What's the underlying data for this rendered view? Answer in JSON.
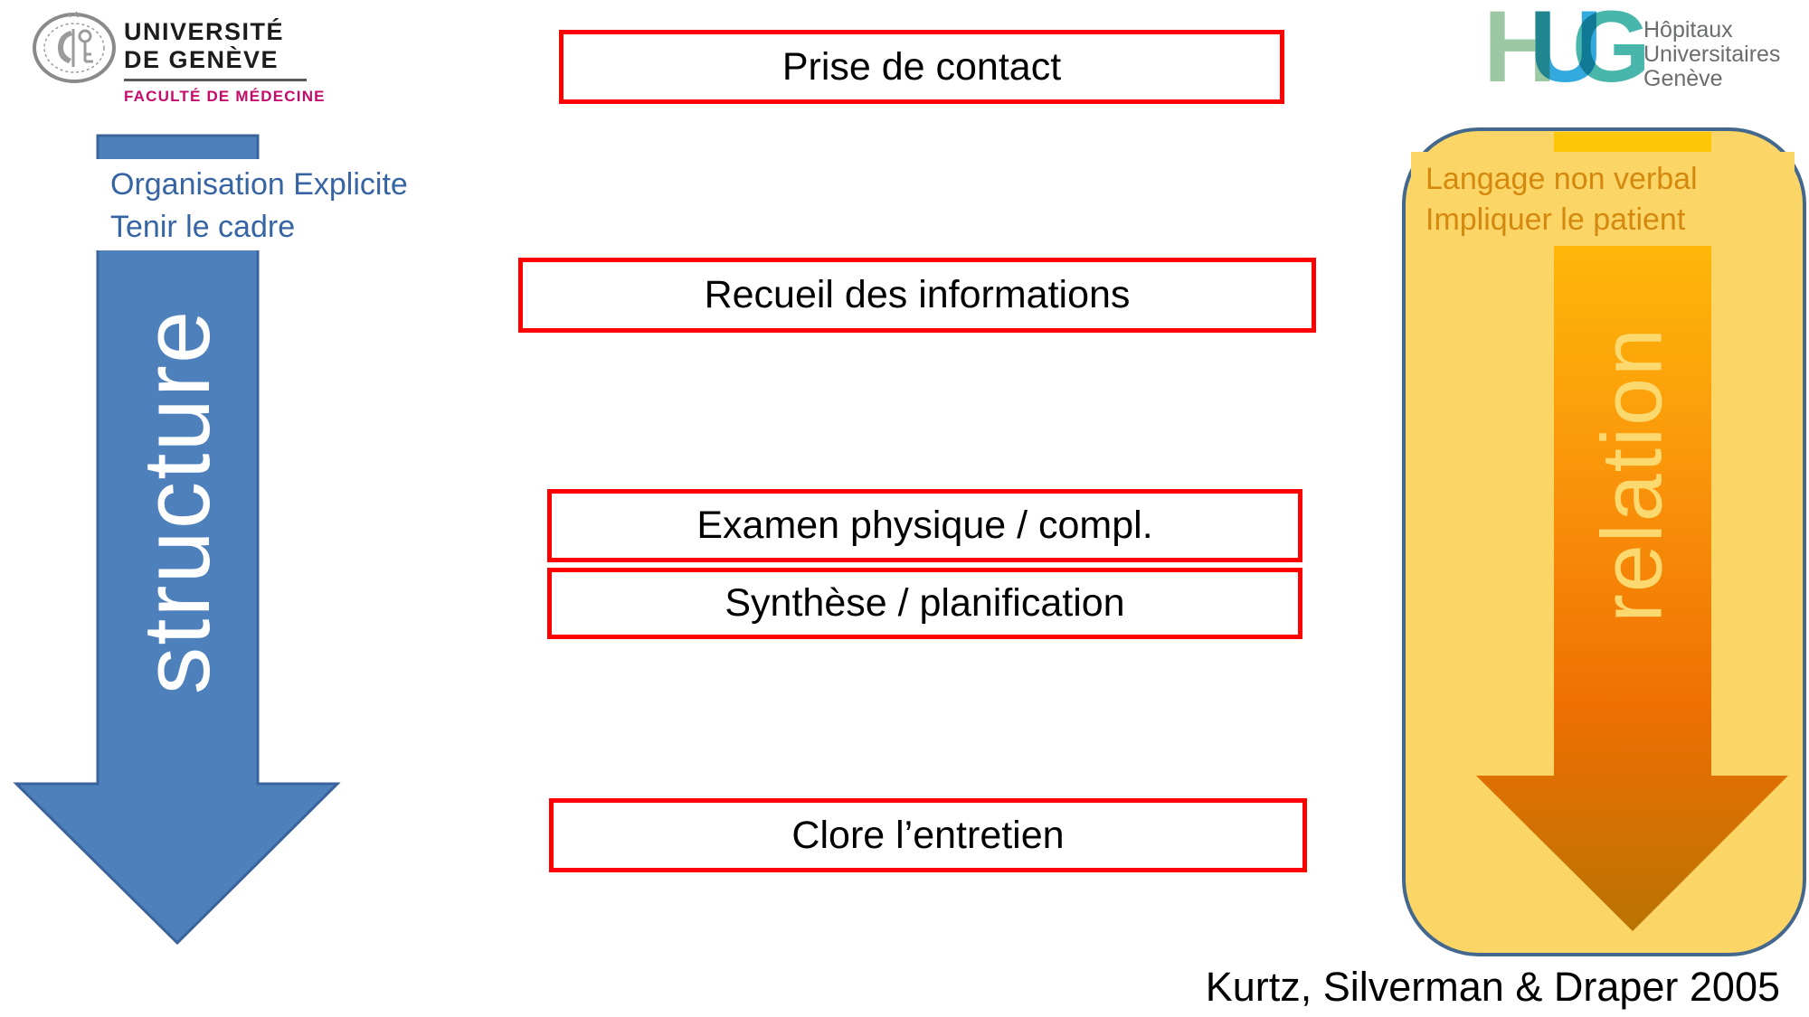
{
  "header": {
    "unige": {
      "name_line1": "UNIVERSITÉ",
      "name_line2": "DE GENÈVE",
      "faculty": "FACULTÉ DE MÉDECINE"
    },
    "hug": {
      "letter_h": "H",
      "letter_u": "U",
      "letter_g": "G",
      "org_line1": "Hôpitaux",
      "org_line2": "Universitaires",
      "org_line3": "Genève"
    }
  },
  "stages": {
    "prise": "Prise de contact",
    "recueil": "Recueil des informations",
    "examen": "Examen physique / compl.",
    "synthese": "Synthèse / planification",
    "clore": "Clore l’entretien"
  },
  "structure": {
    "label": "structure",
    "note1": "Organisation Explicite",
    "note2": "Tenir le cadre"
  },
  "relation": {
    "label": "relation",
    "note1": "Langage non verbal",
    "note2": "Impliquer le patient"
  },
  "citation": "Kurtz, Silverman & Draper 2005",
  "colors": {
    "stage_box_border": "#FF0000",
    "stage_text": "#000000",
    "structure_arrow_fill": "#4E80BC",
    "structure_arrow_border": "#3B639B",
    "structure_note_text": "#3765A4",
    "structure_label_text": "#FFFFFF",
    "relation_panel_fill": "#FBD667",
    "relation_panel_border": "#44688D",
    "relation_note_text": "#D4880E",
    "relation_label_text": "#FCD96E",
    "relation_arrow_gradient": [
      "#FFC808",
      "#FB9B0B",
      "#EF6F03",
      "#B97301"
    ],
    "unige_faculty_accent": "#C60A6A",
    "unige_seal_gray": "#8A8A8C",
    "hug_h": "#9CC9A4",
    "hug_u": "#33A9DE",
    "hug_g": "#49B6AC",
    "hug_name_gray": "#6A6C6E"
  }
}
